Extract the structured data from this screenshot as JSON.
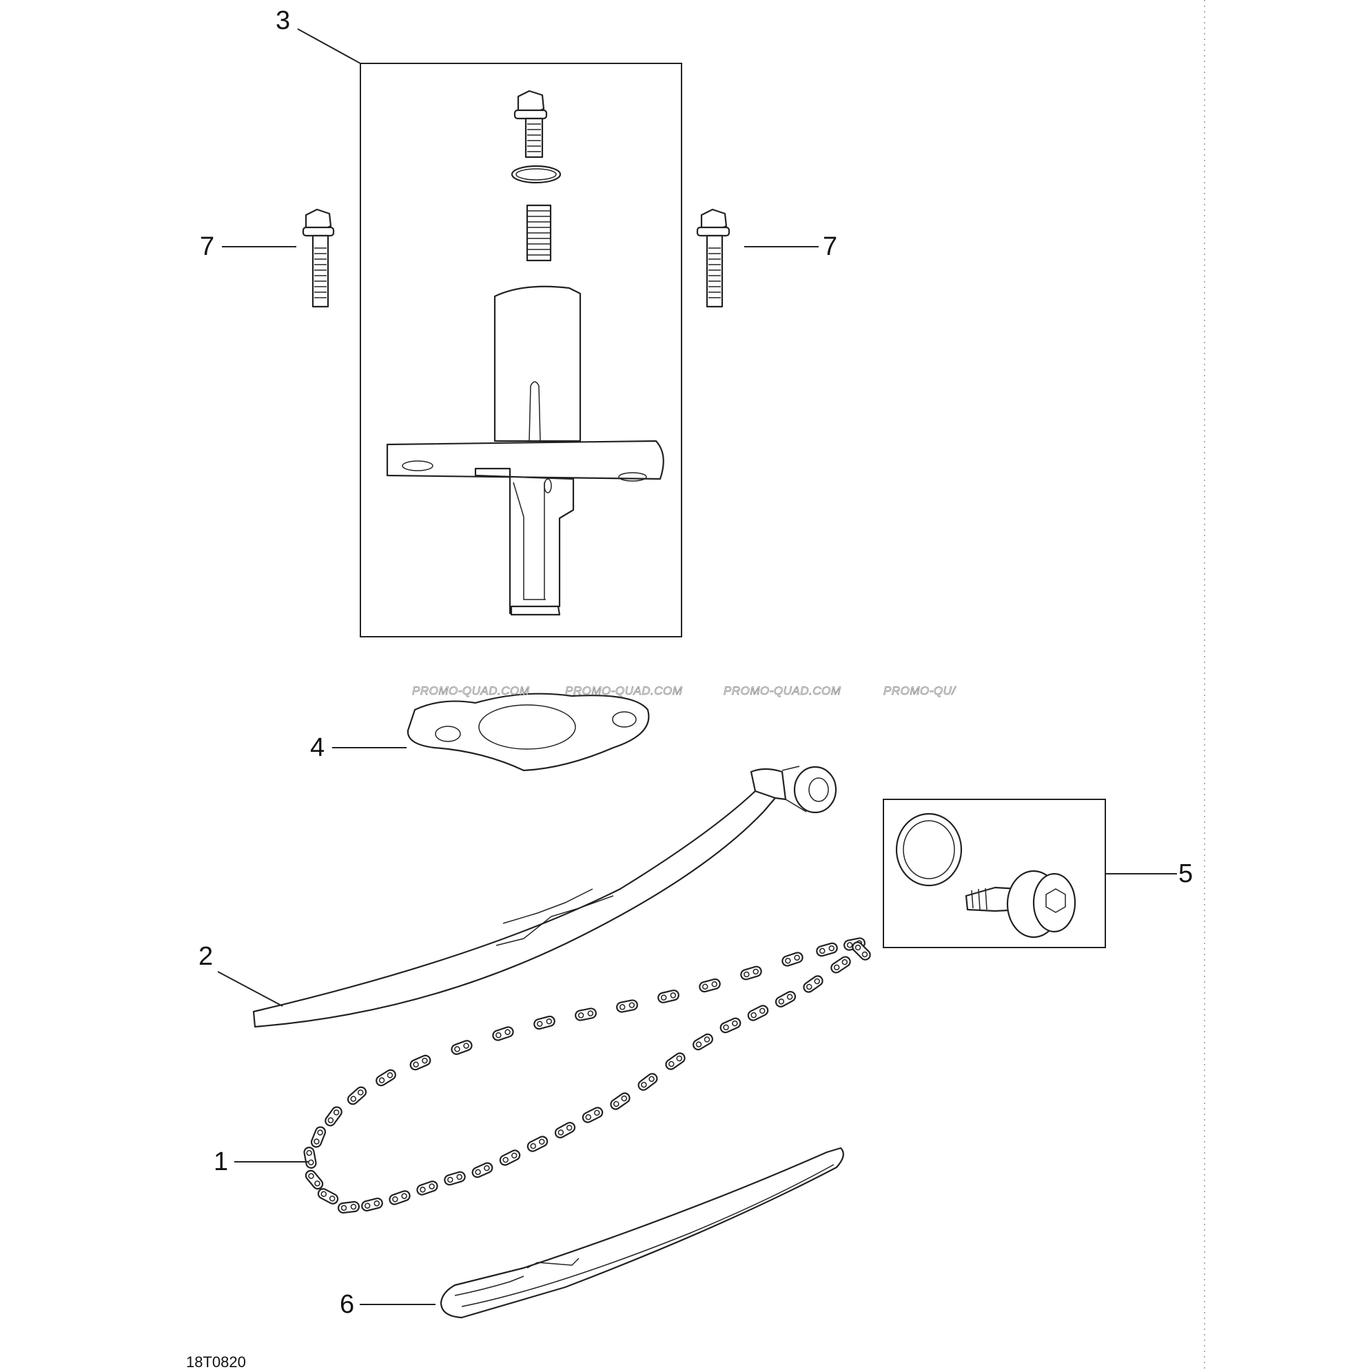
{
  "callouts": {
    "c1": "1",
    "c2": "2",
    "c3": "3",
    "c4": "4",
    "c5": "5",
    "c6": "6",
    "c7_left": "7",
    "c7_right": "7"
  },
  "watermarks": [
    "PROMO-QUAD.COM",
    "PROMO-QUAD.COM",
    "PROMO-QUAD.COM",
    "PROMO-QU/"
  ],
  "figure_ref": "18T0820"
}
